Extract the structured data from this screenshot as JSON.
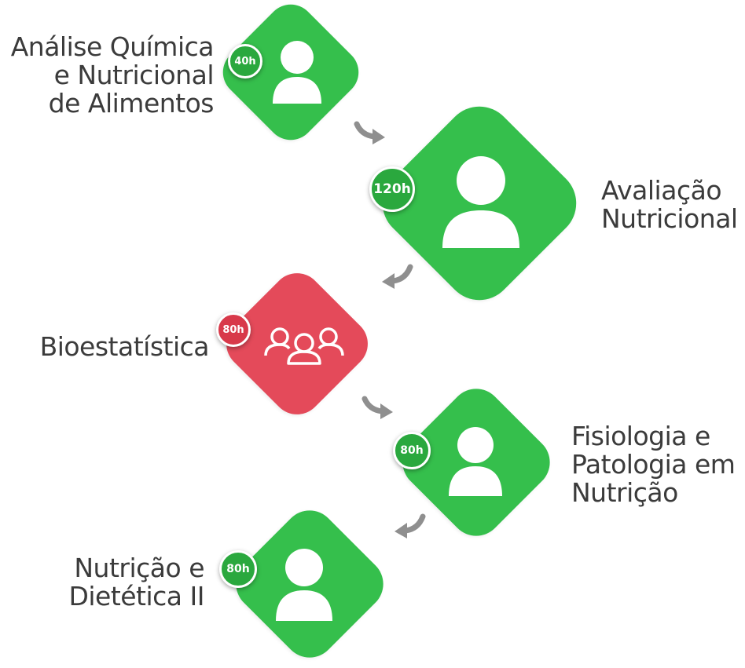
{
  "steps": [
    {
      "hours": "40h",
      "title_lines": [
        "Análise Química",
        "e Nutricional",
        "de Alimentos"
      ],
      "color": "#35bf4c",
      "icon": "user-icon"
    },
    {
      "hours": "120h",
      "title_lines": [
        "Avaliação",
        "Nutricional"
      ],
      "color": "#35bf4c",
      "icon": "user-icon"
    },
    {
      "hours": "80h",
      "title_lines": [
        "Bioestatística"
      ],
      "color": "#e44a5a",
      "icon": "group-icon"
    },
    {
      "hours": "80h",
      "title_lines": [
        "Fisiologia e",
        "Patologia em",
        "Nutrição"
      ],
      "color": "#35bf4c",
      "icon": "user-icon"
    },
    {
      "hours": "80h",
      "title_lines": [
        "Nutrição e",
        "Dietética II"
      ],
      "color": "#35bf4c",
      "icon": "user-icon"
    }
  ],
  "colors": {
    "green": "#35bf4c",
    "red": "#e44a5a",
    "arrow": "#8f8f8f",
    "text": "#3b3b3b"
  }
}
